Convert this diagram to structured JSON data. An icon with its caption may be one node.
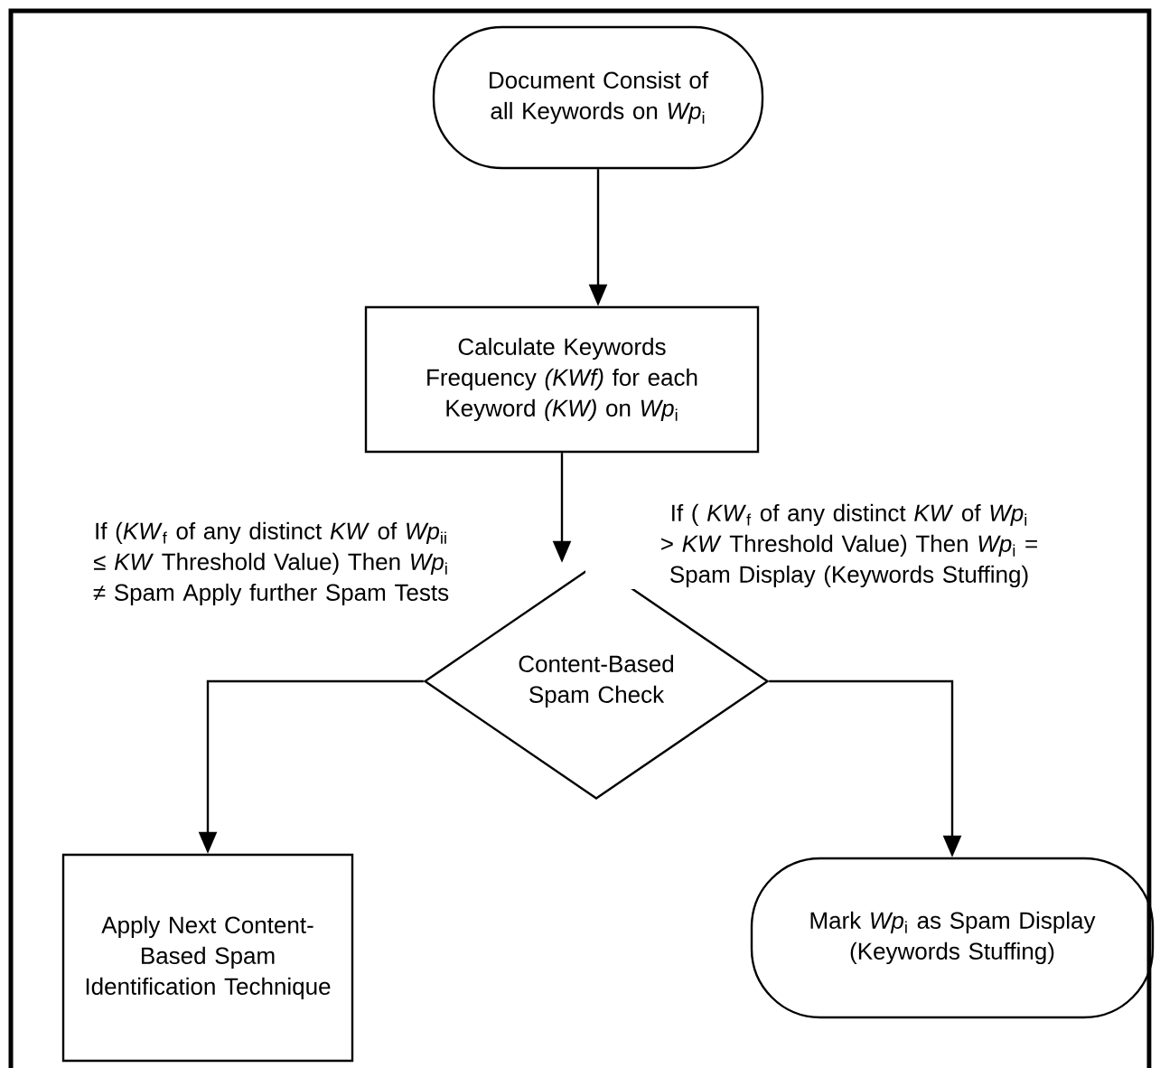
{
  "diagram": {
    "nodes": [
      {
        "text": [
          "Document Consist of all Keywords on *Wp*$_{i}$"
        ]
      },
      {
        "text": [
          "Calculate Keywords Frequency *(KWf)* for each Keyword *(KW)* on *Wp*$_{i}$"
        ]
      },
      {
        "text": [
          "Content-Based Spam Check"
        ]
      },
      {
        "text": [
          "Apply Next Content-Based Spam Identification Technique"
        ]
      },
      {
        "text": [
          "Mark *Wp*$_{i}$ as Spam Display (Keywords Stuffing)"
        ]
      }
    ],
    "edges": [
      {
        "from": 0,
        "to": 1,
        "arrow": "to"
      },
      {
        "from": 1,
        "to": 2,
        "arrow": "to"
      },
      {
        "from": 2,
        "to": 3,
        "arrow": "to",
        "label": "If (*KW*$_{f}$ of any distinct *KW* of *Wp*$_{ii}$ ≤ *KW* Threshold Value) Then *Wp*$_{i}$ ≠ Spam Apply further Spam Tests"
      },
      {
        "from": 2,
        "to": 4,
        "arrow": "to",
        "label": "If ( *KW*$_{f}$ of any distinct *KW* of *Wp*$_{i}$ > *KW* Threshold Value) Then *Wp*$_{i}$ = Spam Display (Keywords Stuffing)"
      }
    ]
  }
}
